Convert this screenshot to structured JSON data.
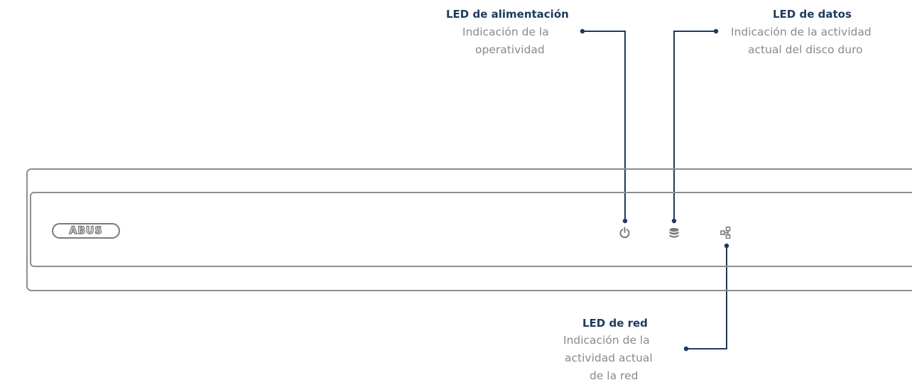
{
  "callouts": {
    "power": {
      "title": "LED de alimentación",
      "desc_line1": "Indicación de la",
      "desc_line2": "operatividad"
    },
    "data": {
      "title": "LED de datos",
      "desc_line1": "Indicación de la actividad",
      "desc_line2": "actual del disco duro"
    },
    "network": {
      "title": "LED de red",
      "desc_line1": "Indicación de la",
      "desc_line2": "actividad actual",
      "desc_line3": "de la red"
    }
  },
  "device": {
    "logo_text": "ABUS"
  },
  "icons": {
    "power": "power-icon",
    "data": "database-icon",
    "network": "network-icon"
  },
  "colors": {
    "title": "#1e3a5f",
    "description": "#8a8a8a",
    "leader_line": "#1e3a5f",
    "device_outline": "#8e8e8e"
  }
}
